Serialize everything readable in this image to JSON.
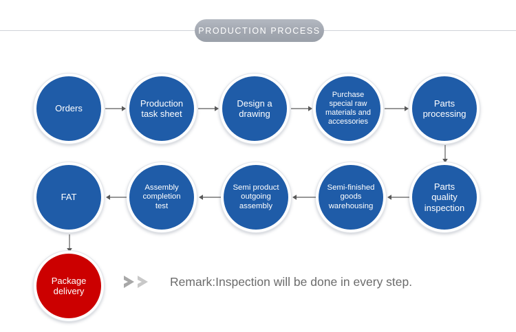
{
  "banner": {
    "title": "PRODUCTION PROCESS"
  },
  "colors": {
    "node_blue": "#1F5CA8",
    "node_red": "#CC0000",
    "node_ring": "#FFFFFF",
    "arrow": "#595959",
    "banner_gray": "#A4A9B2",
    "chevron_dark": "#A8A8A8",
    "chevron_light": "#C8C8C8",
    "remark_text": "#6B6B6B",
    "background": "#FFFFFF"
  },
  "flow": {
    "row1_direction": "left-to-right",
    "row2_direction": "right-to-left",
    "row1": [
      {
        "id": "orders",
        "label": "Orders",
        "color": "blue",
        "size": "normal"
      },
      {
        "id": "production-task-sheet",
        "label": "Production\ntask sheet",
        "color": "blue",
        "size": "normal"
      },
      {
        "id": "design-a-drawing",
        "label": "Design a\ndrawing",
        "color": "blue",
        "size": "normal"
      },
      {
        "id": "purchase-special-raw-materials-and-accessories",
        "label": "Purchase\nspecial raw\nmaterials and\naccessories",
        "color": "blue",
        "size": "tiny"
      },
      {
        "id": "parts-processing",
        "label": "Parts\nprocessing",
        "color": "blue",
        "size": "normal"
      }
    ],
    "row2": [
      {
        "id": "fat",
        "label": "FAT",
        "color": "blue",
        "size": "normal"
      },
      {
        "id": "assembly-completion-test",
        "label": "Assembly\ncompletion\ntest",
        "color": "blue",
        "size": "small"
      },
      {
        "id": "semi-product-outgoing-assembly",
        "label": "Semi product\noutgoing\nassembly",
        "color": "blue",
        "size": "small"
      },
      {
        "id": "semi-finished-goods-warehousing",
        "label": "Semi-finished\ngoods\nwarehousing",
        "color": "blue",
        "size": "small"
      },
      {
        "id": "parts-quality-inspection",
        "label": "Parts\nquality\ninspection",
        "color": "blue",
        "size": "normal"
      }
    ],
    "final": {
      "id": "package-delivery",
      "label": "Package\ndelivery",
      "color": "red",
      "size": "normal"
    }
  },
  "remark": {
    "text": "Remark:Inspection will be done in every step.",
    "chevron_icon": "double-chevron-right-icon"
  }
}
